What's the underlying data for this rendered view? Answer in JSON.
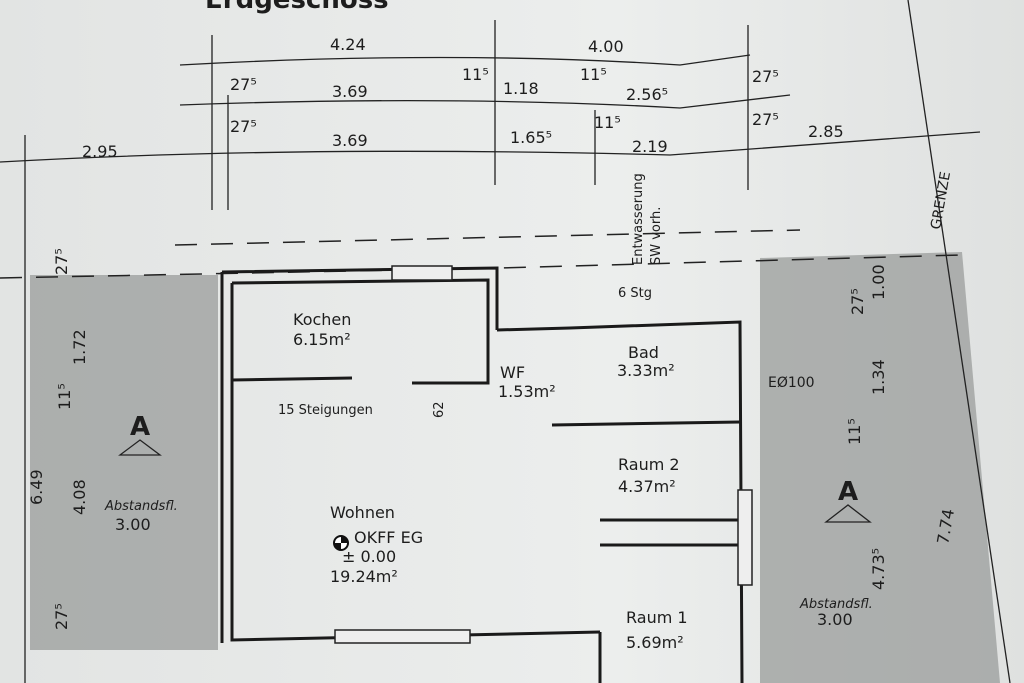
{
  "title": "Erdgeschoss",
  "top_dims": {
    "row1": [
      "4.24",
      "4.00"
    ],
    "row2": [
      "27⁵",
      "3.69",
      "11⁵",
      "1.18",
      "11⁵",
      "2.56⁵",
      "27⁵"
    ],
    "row3": [
      "2.95",
      "27⁵",
      "3.69",
      "1.65⁵",
      "11⁵",
      "2.19",
      "27⁵",
      "2.85"
    ]
  },
  "rooms": {
    "kochen": {
      "name": "Kochen",
      "area": "6.15m²"
    },
    "wf": {
      "name": "WF",
      "area": "1.53m²"
    },
    "bad": {
      "name": "Bad",
      "area": "3.33m²"
    },
    "raum2": {
      "name": "Raum 2",
      "area": "4.37m²"
    },
    "wohnen": {
      "name": "Wohnen",
      "level": "OKFF EG",
      "elevation": "± 0.00",
      "area": "19.24m²"
    },
    "raum1": {
      "name": "Raum 1",
      "area": "5.69m²"
    }
  },
  "annotations": {
    "stairs": "15 Steigungen",
    "dim62": "62",
    "steps": "6 Stg",
    "drainage": "Entwasserung",
    "drainage2": "SW vorh.",
    "drain_pipe": "EØ100",
    "boundary": "GRENZE"
  },
  "left_area": {
    "label": "A",
    "title": "Abstandsfl.",
    "width": "3.00",
    "dims": [
      "27⁵",
      "1.72",
      "11⁵",
      "4.08",
      "6.49",
      "27⁵"
    ]
  },
  "right_area": {
    "label": "A",
    "title": "Abstandsfl.",
    "width": "3.00",
    "dims": [
      "27⁵",
      "1.00",
      "1.34",
      "11⁵",
      "4.73⁵",
      "7.74"
    ]
  }
}
